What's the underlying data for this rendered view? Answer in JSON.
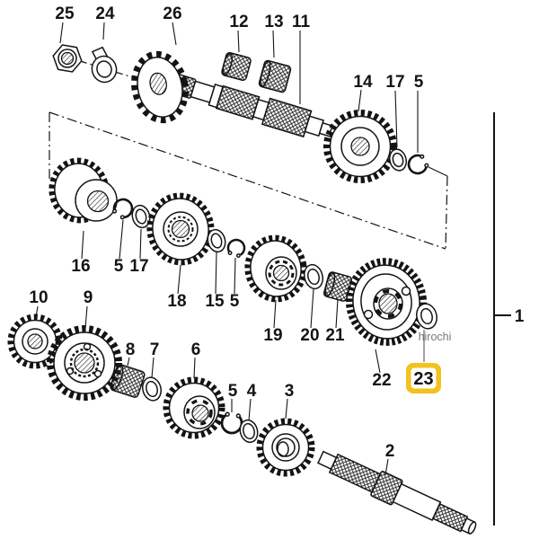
{
  "diagram": {
    "callouts": {
      "c1": "1",
      "c2": "2",
      "c3": "3",
      "c4": "4",
      "c5a": "5",
      "c5b": "5",
      "c5c": "5",
      "c5d": "5",
      "c6": "6",
      "c7": "7",
      "c8": "8",
      "c9": "9",
      "c10": "10",
      "c11": "11",
      "c12": "12",
      "c13": "13",
      "c14": "14",
      "c15": "15",
      "c16": "16",
      "c17a": "17",
      "c17b": "17",
      "c18": "18",
      "c19": "19",
      "c20": "20",
      "c21": "21",
      "c22": "22",
      "c23": "23",
      "c24": "24",
      "c25": "25",
      "c26": "26"
    },
    "highlight": {
      "part": "23",
      "fill": "#F2C21D",
      "inner": "#FFFFFF"
    },
    "watermark": "hirochi",
    "colors": {
      "line": "#141414",
      "background": "#ffffff",
      "watermark": "#777777"
    }
  }
}
